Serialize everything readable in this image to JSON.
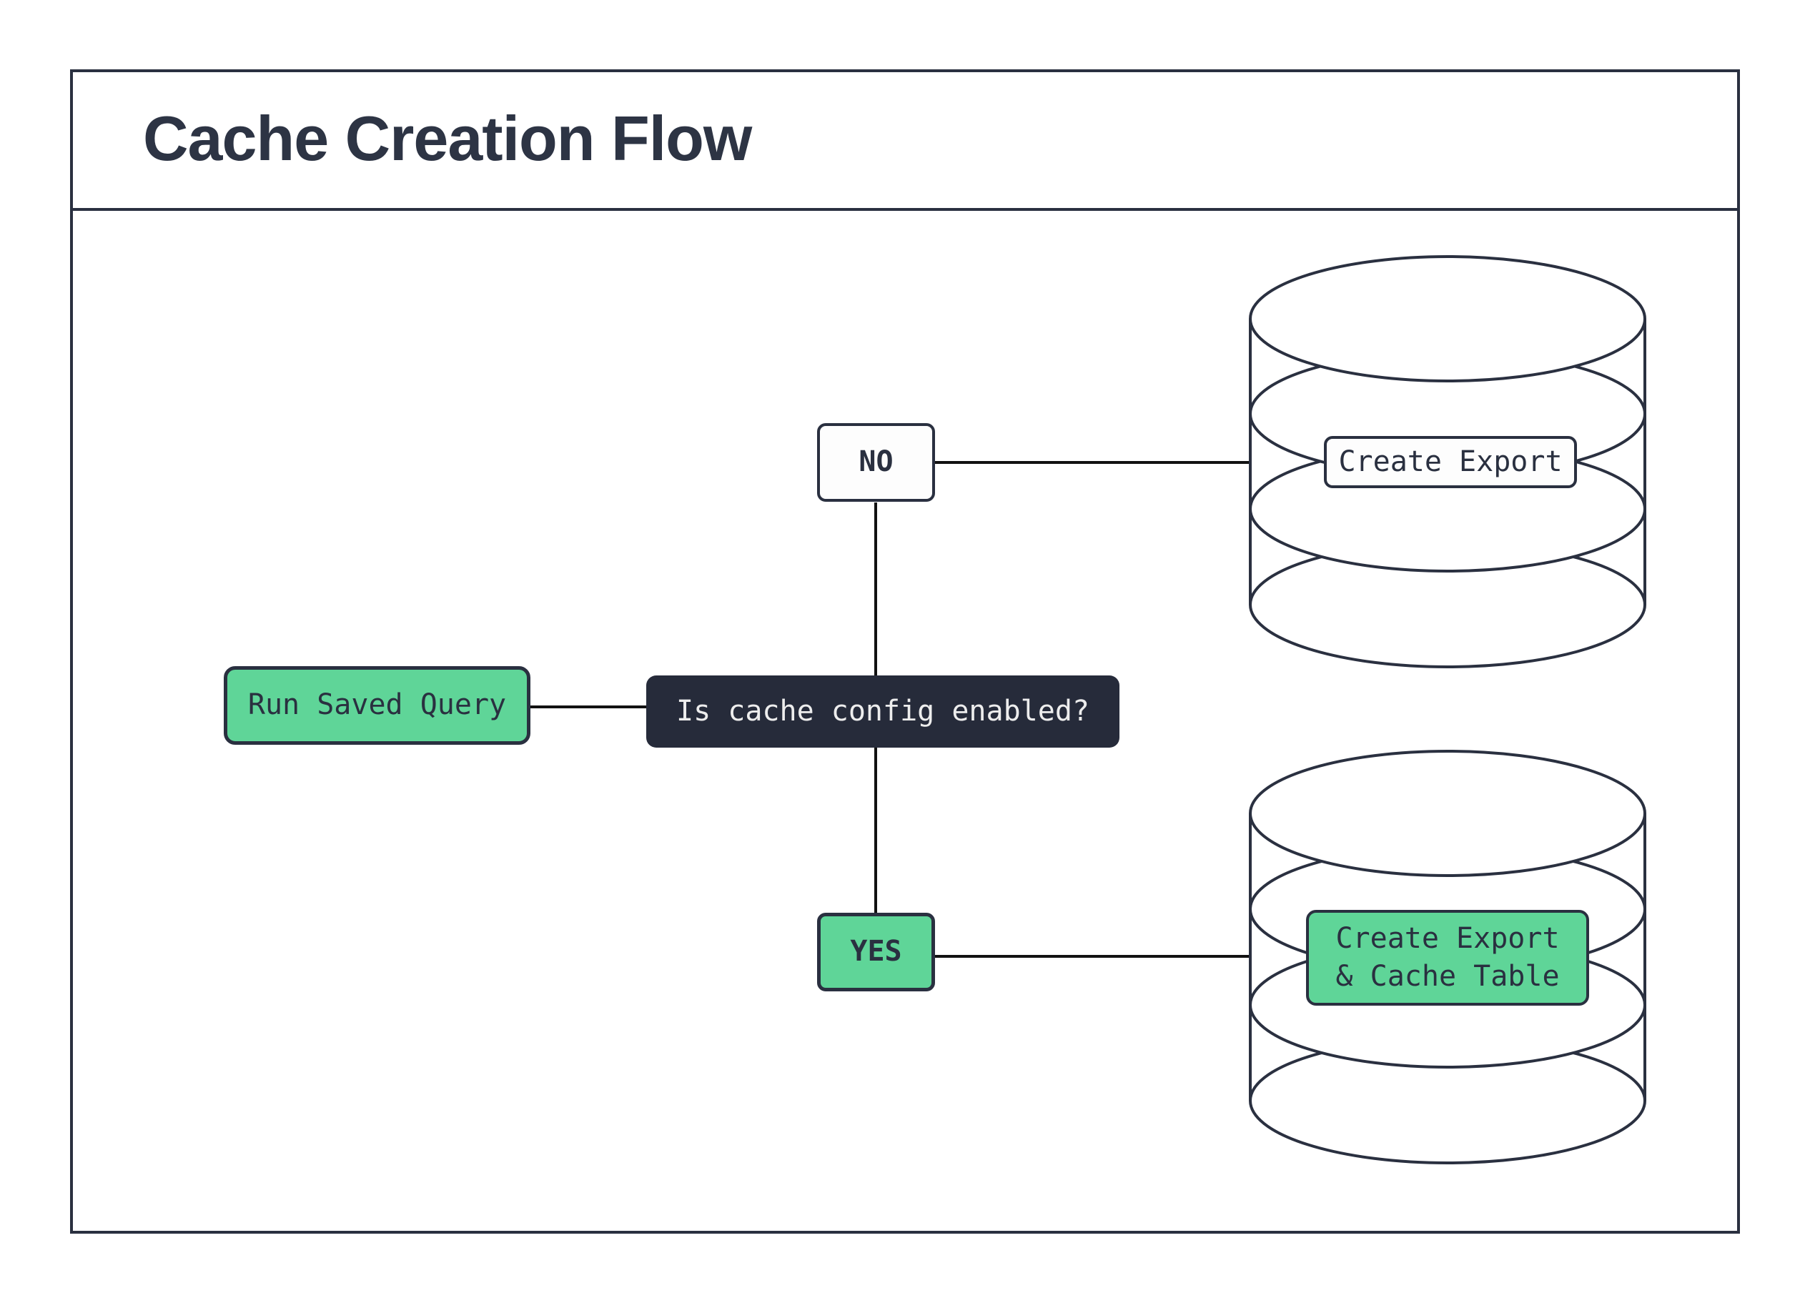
{
  "title": "Cache Creation Flow",
  "colors": {
    "ink": "#2a3040",
    "green": "#5fd598",
    "decision_fill": "#262b3a",
    "decision_text": "#ededed",
    "connector": "#111111",
    "node_fill": "#fdfdfd",
    "background": "#ffffff"
  },
  "nodes": {
    "start": {
      "label": "Run Saved Query"
    },
    "decision": {
      "label": "Is cache config enabled?"
    },
    "branch_no": {
      "label": "NO"
    },
    "branch_yes": {
      "label": "YES"
    },
    "outcome_no": {
      "label": "Create Export"
    },
    "outcome_yes": {
      "line1": "Create Export",
      "line2": "& Cache Table"
    }
  }
}
